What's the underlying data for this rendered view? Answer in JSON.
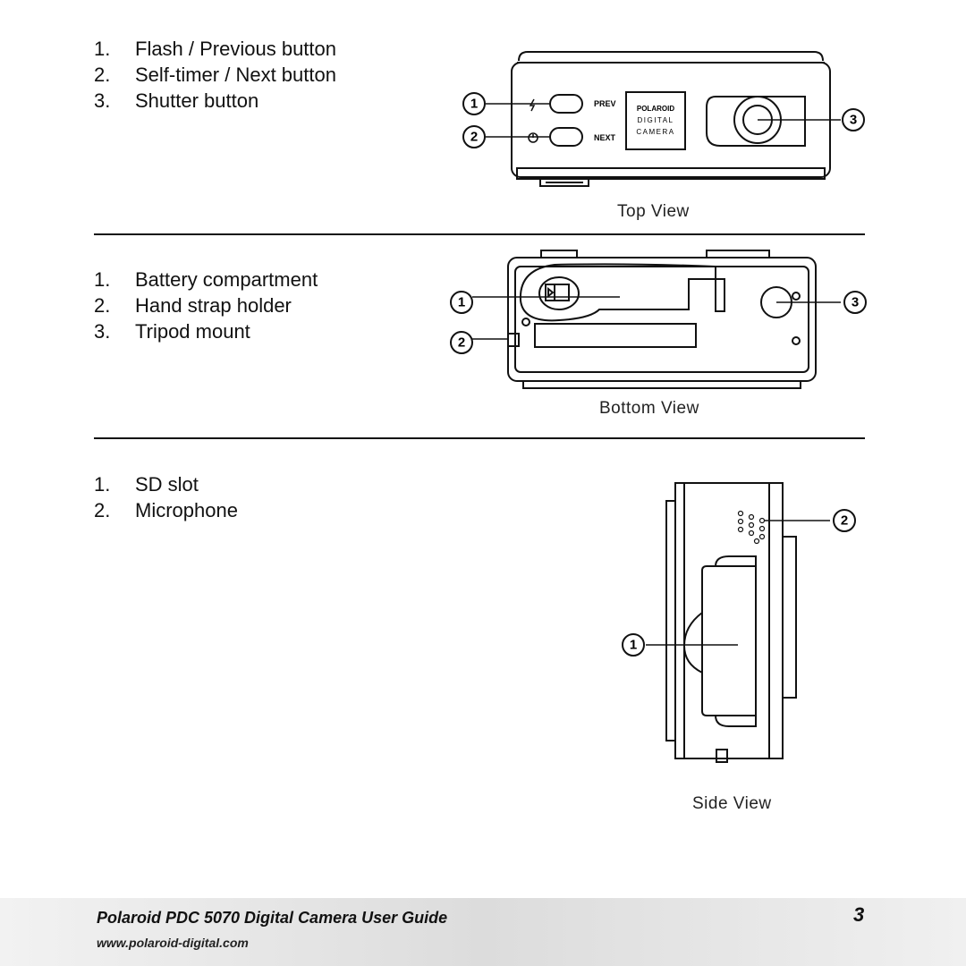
{
  "top_view": {
    "items": [
      {
        "num": "1.",
        "label": "Flash / Previous button"
      },
      {
        "num": "2.",
        "label": "Self-timer / Next button"
      },
      {
        "num": "3.",
        "label": "Shutter button"
      }
    ],
    "caption": "Top View",
    "button_prev": "PREV",
    "button_next": "NEXT",
    "logo_line1": "POLAROID",
    "logo_line2": "DIGITAL",
    "logo_line3": "CAMERA",
    "callouts": [
      "1",
      "2",
      "3"
    ]
  },
  "bottom_view": {
    "items": [
      {
        "num": "1.",
        "label": "Battery compartment"
      },
      {
        "num": "2.",
        "label": "Hand strap holder"
      },
      {
        "num": "3.",
        "label": "Tripod mount"
      }
    ],
    "caption": "Bottom View",
    "callouts": [
      "1",
      "2",
      "3"
    ]
  },
  "side_view": {
    "items": [
      {
        "num": "1.",
        "label": "SD slot"
      },
      {
        "num": "2.",
        "label": "Microphone"
      }
    ],
    "caption": "Side View",
    "callouts": [
      "1",
      "2"
    ]
  },
  "footer": {
    "title": "Polaroid PDC 5070 Digital Camera User Guide",
    "url": "www.polaroid-digital.com",
    "page_number": "3"
  }
}
